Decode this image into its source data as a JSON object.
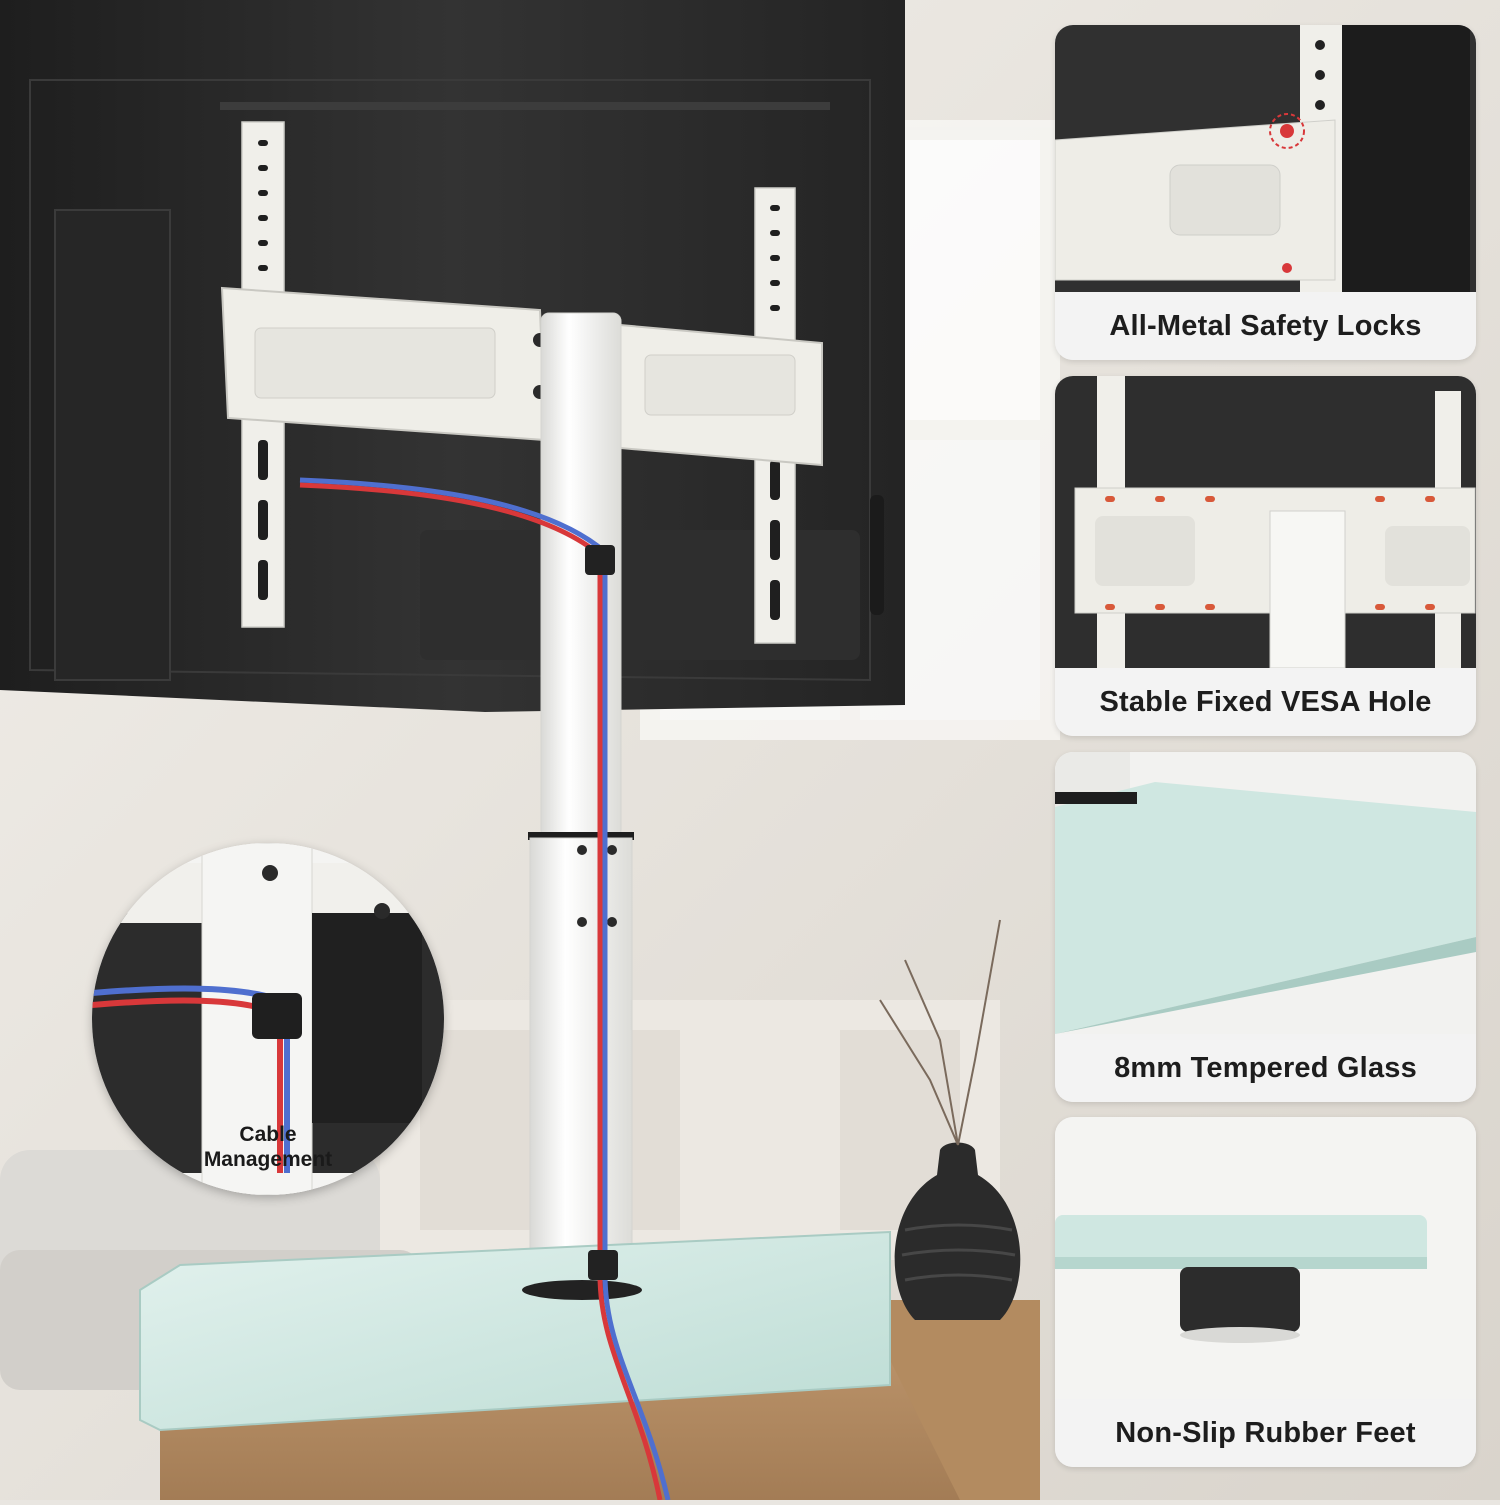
{
  "magnifier": {
    "label_line1": "Cable",
    "label_line2": "Management"
  },
  "features": [
    {
      "label": "All-Metal Safety Locks",
      "icon": "safety-lock-photo"
    },
    {
      "label": "Stable Fixed VESA Hole",
      "icon": "vesa-bracket-photo"
    },
    {
      "label": "8mm Tempered Glass",
      "icon": "glass-base-photo"
    },
    {
      "label": "Non-Slip Rubber Feet",
      "icon": "rubber-foot-photo"
    }
  ],
  "colors": {
    "tv_back": "#2b2b2b",
    "bracket": "#ecebe6",
    "glass": "#cfe7e1",
    "cable_red": "#d8383a",
    "cable_blue": "#4f6fcf",
    "table": "#b08a63"
  }
}
